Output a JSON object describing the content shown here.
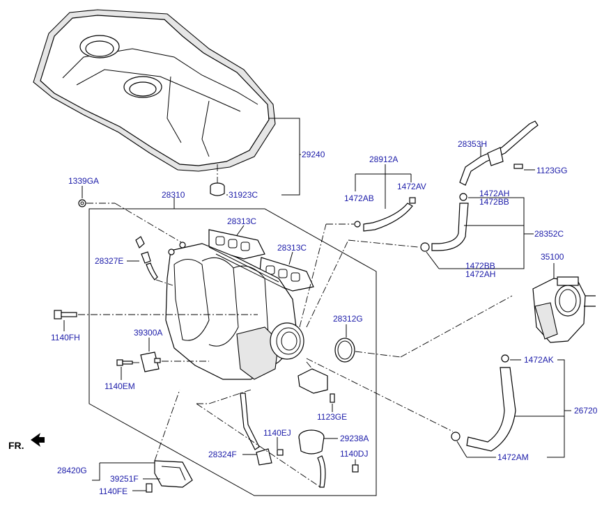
{
  "labels": {
    "p29240": "29240",
    "p31923C": "31923C",
    "p1339GA": "1339GA",
    "p28310": "28310",
    "p28313C_1": "28313C",
    "p28313C_2": "28313C",
    "p28327E": "28327E",
    "p1140FH": "1140FH",
    "p39300A": "39300A",
    "p1140EM": "1140EM",
    "p28312G": "28312G",
    "p1123GE": "1123GE",
    "p1140EJ": "1140EJ",
    "p29238A": "29238A",
    "p28324F": "28324F",
    "p1140DJ": "1140DJ",
    "p28420G": "28420G",
    "p39251F": "39251F",
    "p1140FE": "1140FE",
    "p28912A": "28912A",
    "p1472AB": "1472AB",
    "p1472AV": "1472AV",
    "p28353H": "28353H",
    "p1123GG": "1123GG",
    "p1472AH_top": "1472AH",
    "p1472BB_top": "1472BB",
    "p28352C": "28352C",
    "p1472BB_bot": "1472BB",
    "p1472AH_bot": "1472AH",
    "p35100": "35100",
    "p1472AK": "1472AK",
    "p26720": "26720",
    "p1472AM": "1472AM"
  },
  "front_indicator": "FR."
}
